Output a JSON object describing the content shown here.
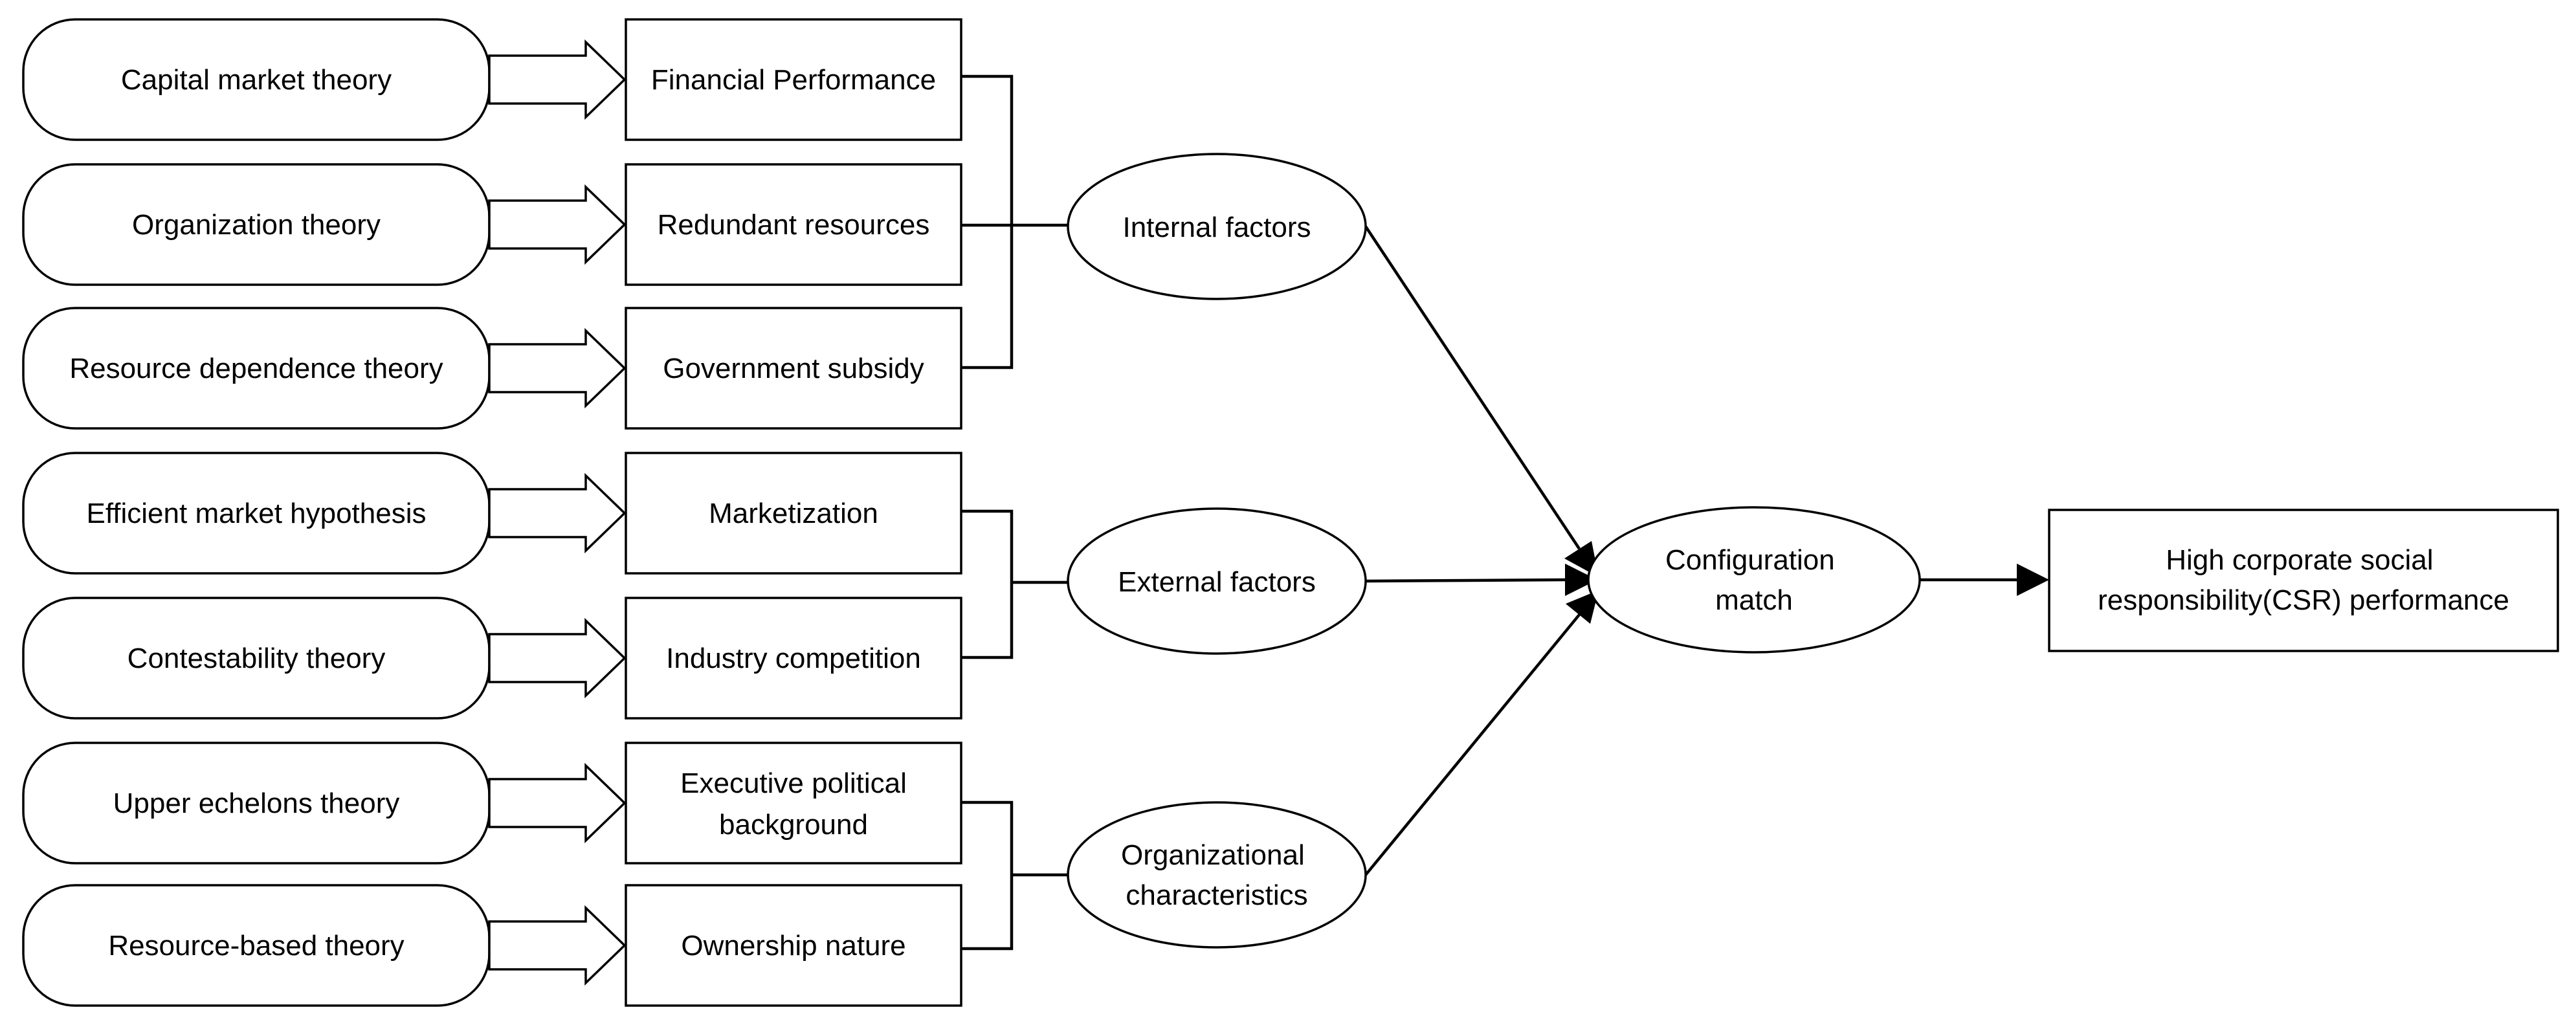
{
  "theories": [
    "Capital market theory",
    "Organization theory",
    "Resource dependence theory",
    "Efficient market hypothesis",
    "Contestability theory",
    "Upper echelons theory",
    "Resource-based theory"
  ],
  "variables": [
    [
      "Financial Performance"
    ],
    [
      "Redundant resources"
    ],
    [
      "Government subsidy"
    ],
    [
      "Marketization"
    ],
    [
      "Industry competition"
    ],
    [
      "Executive political",
      "background"
    ],
    [
      "Ownership nature"
    ]
  ],
  "factors": [
    [
      "Internal factors"
    ],
    [
      "External factors"
    ],
    [
      "Organizational",
      "characteristics"
    ]
  ],
  "configuration": [
    "Configuration",
    "match"
  ],
  "outcome": [
    "High corporate social",
    "responsibility(CSR) performance"
  ]
}
